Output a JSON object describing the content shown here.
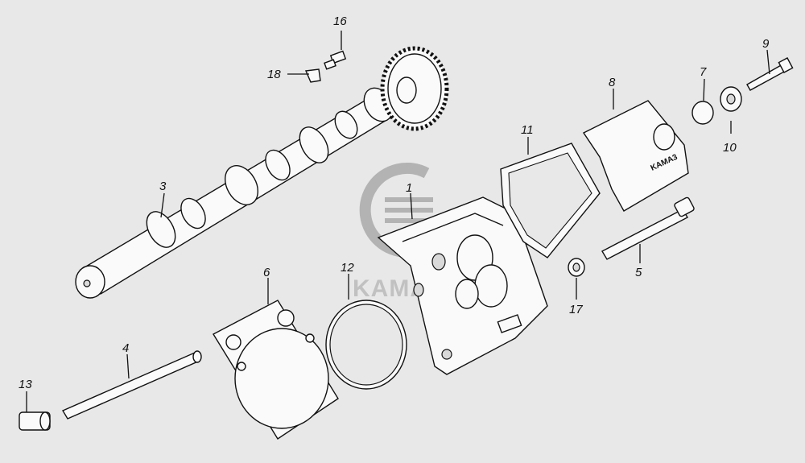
{
  "watermark": {
    "brand": "KAMAZ",
    "logo": "kamaz-logo"
  },
  "parts": [
    {
      "id": "1",
      "label": "1"
    },
    {
      "id": "3",
      "label": "3"
    },
    {
      "id": "4",
      "label": "4"
    },
    {
      "id": "5",
      "label": "5"
    },
    {
      "id": "6",
      "label": "6"
    },
    {
      "id": "7",
      "label": "7"
    },
    {
      "id": "8",
      "label": "8"
    },
    {
      "id": "9",
      "label": "9"
    },
    {
      "id": "10",
      "label": "10"
    },
    {
      "id": "11",
      "label": "11"
    },
    {
      "id": "12",
      "label": "12"
    },
    {
      "id": "13",
      "label": "13"
    },
    {
      "id": "16",
      "label": "16"
    },
    {
      "id": "17",
      "label": "17"
    },
    {
      "id": "18",
      "label": "18"
    }
  ],
  "cover_text": "KAMA3"
}
